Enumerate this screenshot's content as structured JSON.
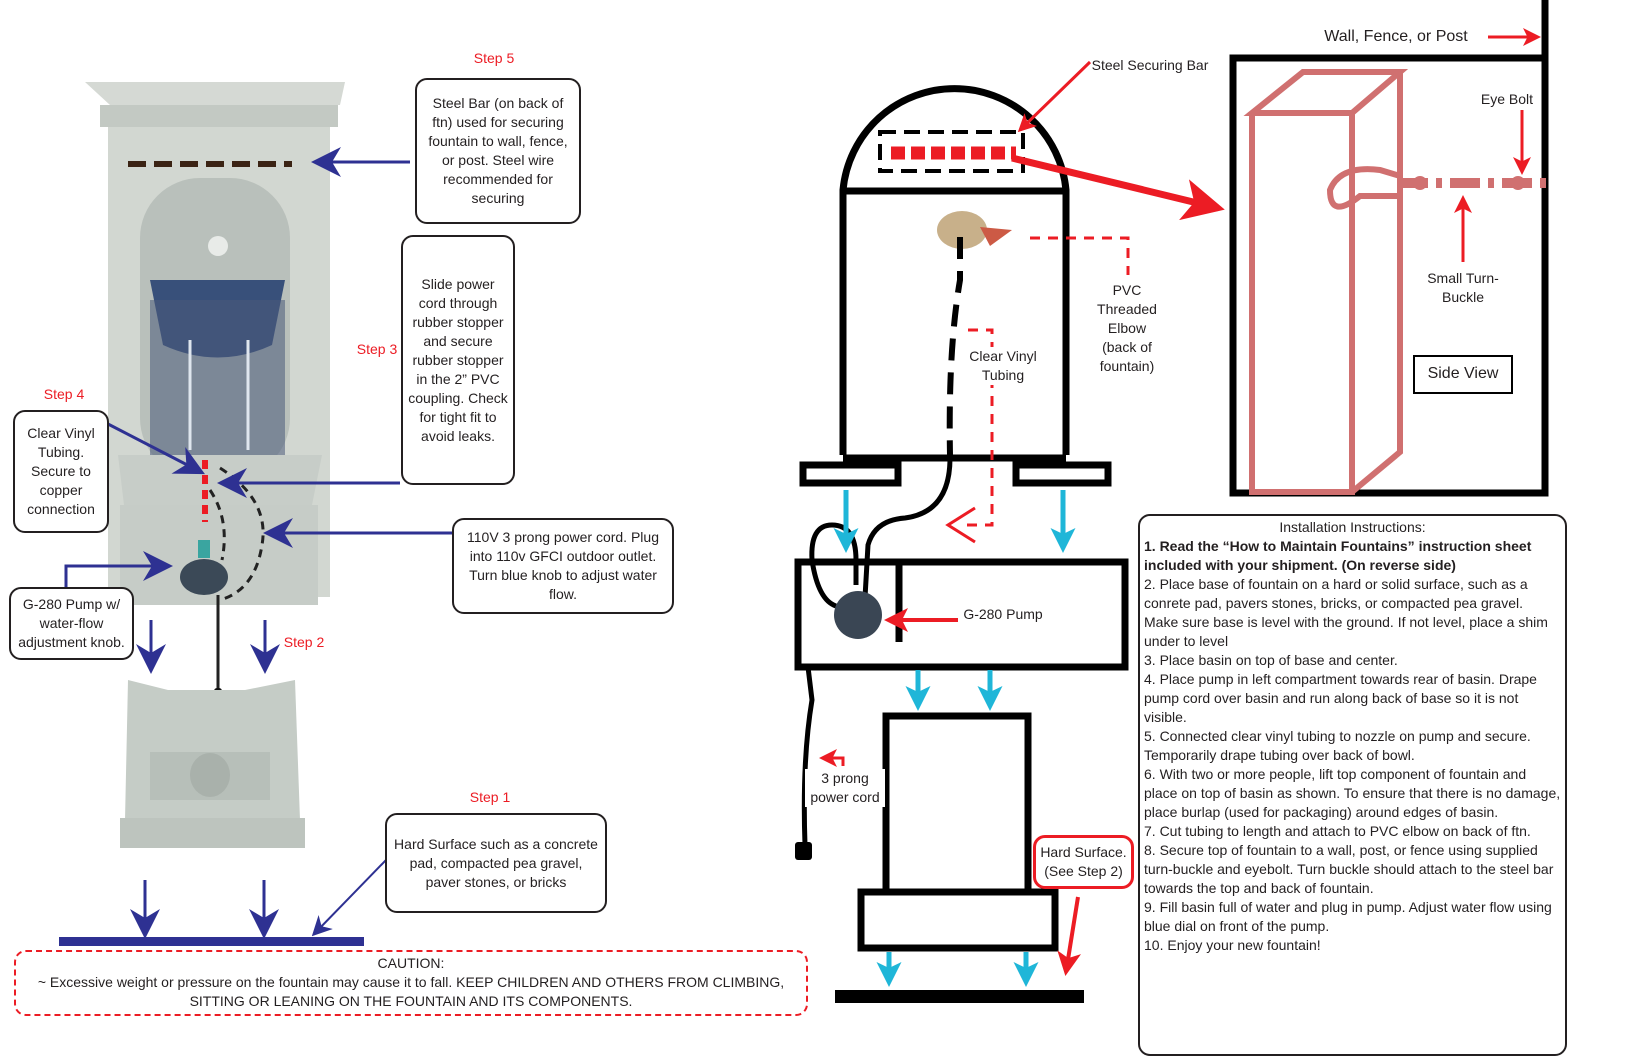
{
  "left": {
    "step5": "Step 5",
    "step3": "Step 3",
    "step4": "Step 4",
    "step2": "Step 2",
    "step1": "Step 1",
    "steel_bar_note": "Steel Bar (on back of ftn) used for securing fountain to wall, fence, or post. Steel wire recommended for securing",
    "slide_cord_note": "Slide power cord through rubber stopper and secure rubber stopper in the 2” PVC coupling. Check for tight fit to avoid leaks.",
    "vinyl_note": "Clear Vinyl Tubing. Secure to copper connection",
    "power_cord_note": "110V 3 prong power cord. Plug into 110v GFCI outdoor outlet. Turn blue knob to adjust water flow.",
    "pump_note": "G-280 Pump w/ water-flow adjustment knob.",
    "surface_note": "Hard Surface such as a concrete pad, compacted pea gravel, paver stones, or bricks"
  },
  "caution": {
    "title": "CAUTION:",
    "text": "~ Excessive weight or pressure on the fountain may cause it to fall.  KEEP CHILDREN AND OTHERS FROM CLIMBING, SITTING OR LEANING ON THE FOUNTAIN AND ITS COMPONENTS."
  },
  "right": {
    "steel_securing_bar": "Steel Securing Bar",
    "pvc_elbow": "PVC Threaded Elbow (back of fountain)",
    "clear_vinyl": "Clear Vinyl Tubing",
    "pump": "G-280 Pump",
    "three_prong": "3 prong power cord",
    "hard_surface": "Hard Surface. (See Step 2)",
    "wall": "Wall, Fence, or Post",
    "eye_bolt": "Eye Bolt",
    "turnbuckle": "Small Turn-Buckle",
    "side_view": "Side View"
  },
  "instructions": {
    "heading": "Installation Instructions:",
    "item1": "1. Read the “How to Maintain Fountains”  instruction sheet included with your shipment. (On reverse side)",
    "item2": "2. Place base of fountain on a hard or solid surface, such as a conrete pad, pavers stones, bricks, or compacted pea gravel. Make sure base is level with the ground. If not level, place a shim under to level",
    "item3": "3. Place basin on top of base and center.",
    "item4": "4. Place pump in left compartment towards rear of basin. Drape pump cord over basin and run along back of base so it is not visible.",
    "item5": "5. Connected clear vinyl tubing to nozzle on pump and secure. Temporarily drape tubing over back of bowl.",
    "item6": "6. With two or more people, lift top component of fountain and place on top of basin as shown. To ensure that there is no damage, place burlap (used for packaging) around edges of basin.",
    "item7": "7.  Cut tubing to length  and attach to PVC elbow on back of ftn.",
    "item8": "8.  Secure top of fountain to a wall, post, or fence using supplied turn-buckle and eyebolt. Turn buckle should attach to the steel bar towards the top and back of fountain.",
    "item9": "9.  Fill basin full of water and plug in pump. Adjust water flow using blue dial on front of the pump.",
    "item10": "10.       Enjoy your new fountain!"
  },
  "colors": {
    "red": "#ec1c24",
    "navy": "#2e3192",
    "cyan": "#1fb6d8",
    "rose": "#d07070",
    "stone": "#c9cfca"
  }
}
